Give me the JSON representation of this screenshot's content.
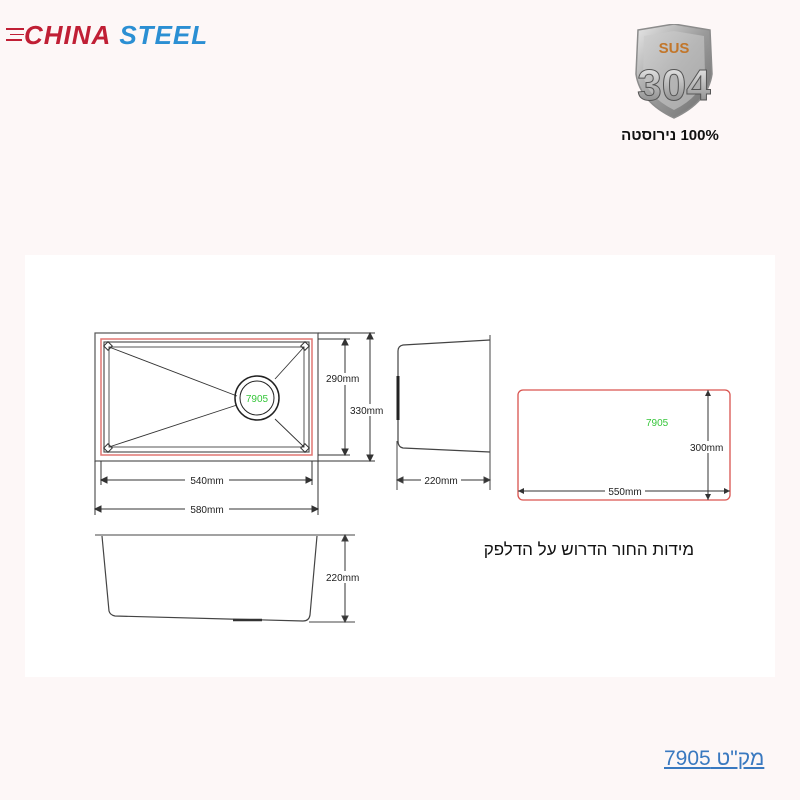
{
  "brand": {
    "name_part1": "CHINA",
    "name_part2": "STEEL",
    "color_part1": "#c01f35",
    "color_part2": "#2b8fd3"
  },
  "badge": {
    "grade_top": "SUS",
    "grade_number": "304",
    "caption": "100% נירוסטה"
  },
  "drawing": {
    "model_label": "7905",
    "top_view": {
      "inner_width": "540mm",
      "outer_width": "580mm",
      "inner_depth": "290mm",
      "outer_depth": "330mm"
    },
    "side_view": {
      "depth": "220mm"
    },
    "front_view": {
      "height": "220mm"
    },
    "cutout": {
      "width": "550mm",
      "height": "300mm",
      "label": "7905"
    },
    "cutout_caption": "מידות   החור הדרוש על הדלפק",
    "colors": {
      "line": "#333333",
      "outline_red": "#d9534f",
      "label_green": "#36c63a"
    }
  },
  "footer": {
    "sku_link": "מק\"ט 7905",
    "link_color": "#3a79c0"
  }
}
